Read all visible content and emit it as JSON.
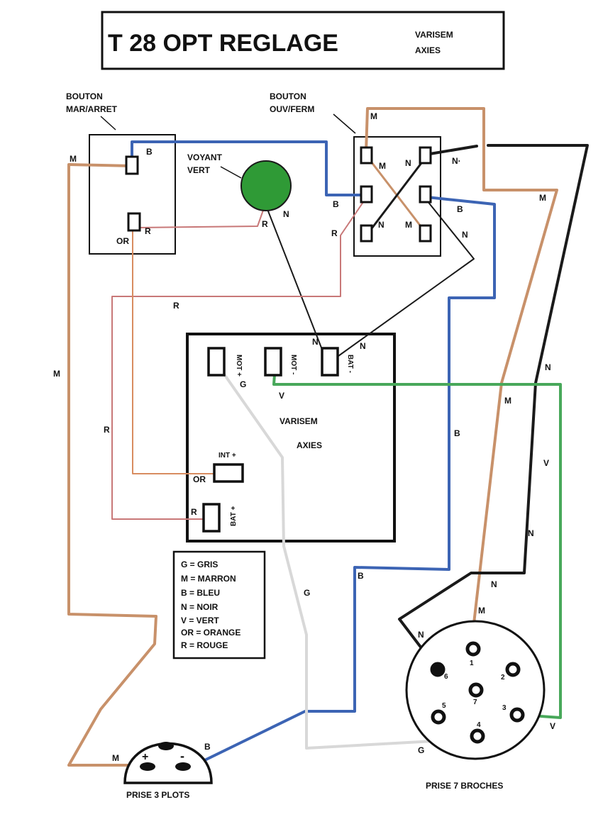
{
  "title": {
    "main": "T 28  OPT REGLAGE",
    "brand_line1": "VARISEM",
    "brand_line2": "AXIES"
  },
  "components": {
    "bouton_mar": {
      "line1": "BOUTON",
      "line2": "MAR/ARRET"
    },
    "bouton_ouv": {
      "line1": "BOUTON",
      "line2": "OUV/FERM"
    },
    "voyant": {
      "line1": "VOYANT",
      "line2": "VERT"
    },
    "varisem_box": {
      "line1": "VARISEM",
      "line2": "AXIES",
      "mot_plus": "MOT +",
      "mot_minus": "MOT -",
      "bat_minus": "BAT -",
      "int_plus": "INT +",
      "bat_plus": "BAT +"
    },
    "prise3": {
      "label": "PRISE 3 PLOTS",
      "plus": "+",
      "minus": "-"
    },
    "prise7": {
      "label": "PRISE 7 BROCHES",
      "pins": [
        "1",
        "2",
        "3",
        "4",
        "5",
        "6",
        "7"
      ]
    }
  },
  "legend": [
    "G = GRIS",
    "M  = MARRON",
    "B  = BLEU",
    "N  = NOIR",
    "V  = VERT",
    "OR  = ORANGE",
    "R  = ROUGE"
  ],
  "wire_labels": {
    "m": "M",
    "b": "B",
    "n": "N",
    "r": "R",
    "g": "G",
    "v": "V",
    "or": "OR",
    "n_dot": "N·"
  },
  "colors": {
    "marron": "#c8916a",
    "bleu": "#3c64b4",
    "noir": "#1a1a1a",
    "vert": "#48a85a",
    "gris": "#d8d8d8",
    "rouge": "#c87878",
    "orange": "#d88c60",
    "voyant": "#2f9a36"
  }
}
